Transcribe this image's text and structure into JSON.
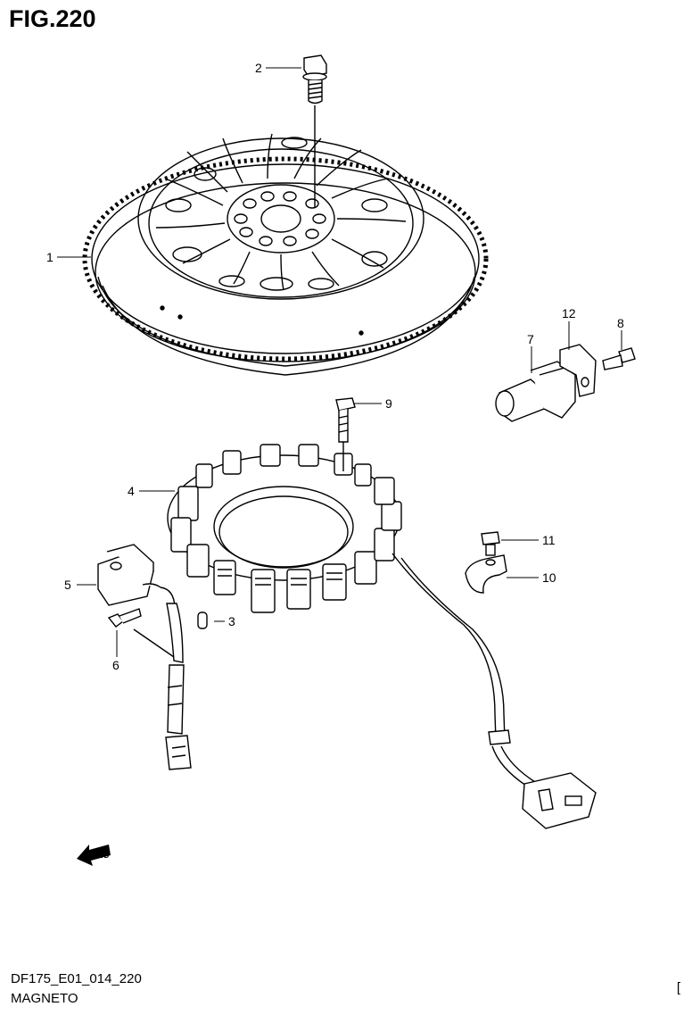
{
  "figure": {
    "title": "FIG.220",
    "code": "DF175_E01_014_220",
    "name": "MAGNETO",
    "page_mark": "["
  },
  "callouts": [
    "1",
    "2",
    "3",
    "4",
    "5",
    "6",
    "7",
    "8",
    "9",
    "10",
    "11",
    "12"
  ],
  "fwd_label": "FWD"
}
